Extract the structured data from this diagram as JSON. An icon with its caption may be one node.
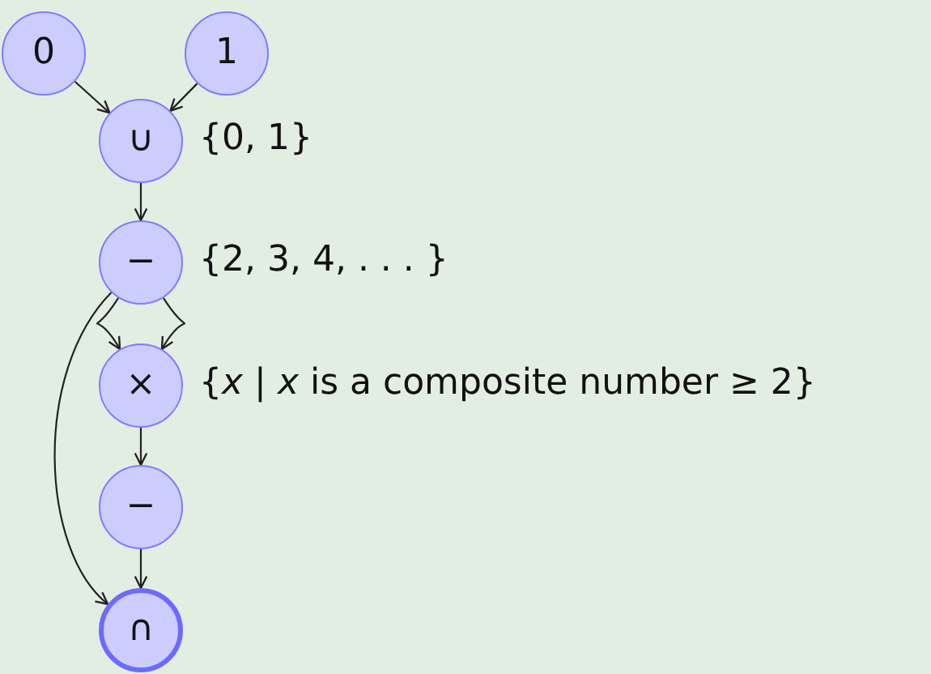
{
  "diagram": {
    "nodes": [
      {
        "text": [
          "0"
        ]
      },
      {
        "text": [
          "1"
        ]
      },
      {
        "text": [
          "∪"
        ],
        "beside": [
          "{0, 1}"
        ]
      },
      {
        "text": [
          "−"
        ],
        "beside": [
          "{2, 3, 4, . . . }"
        ]
      },
      {
        "text": [
          "×"
        ],
        "beside": [
          "{*x* | *x* is a composite number  ≥ 2}"
        ]
      },
      {
        "text": [
          "−"
        ]
      },
      {
        "text": [
          "∩"
        ]
      }
    ],
    "edges": [
      {
        "from": 0,
        "to": 2,
        "arrow": "to"
      },
      {
        "from": 1,
        "to": 2,
        "arrow": "to"
      },
      {
        "from": 2,
        "to": 3,
        "arrow": "to"
      },
      {
        "from": 3,
        "to": 4,
        "arrow": "to"
      },
      {
        "from": 3,
        "to": 4,
        "arrow": "to"
      },
      {
        "from": 4,
        "to": 5,
        "arrow": "to"
      },
      {
        "from": 5,
        "to": 6,
        "arrow": "to"
      },
      {
        "from": 3,
        "to": 6,
        "arrow": "to"
      }
    ]
  }
}
